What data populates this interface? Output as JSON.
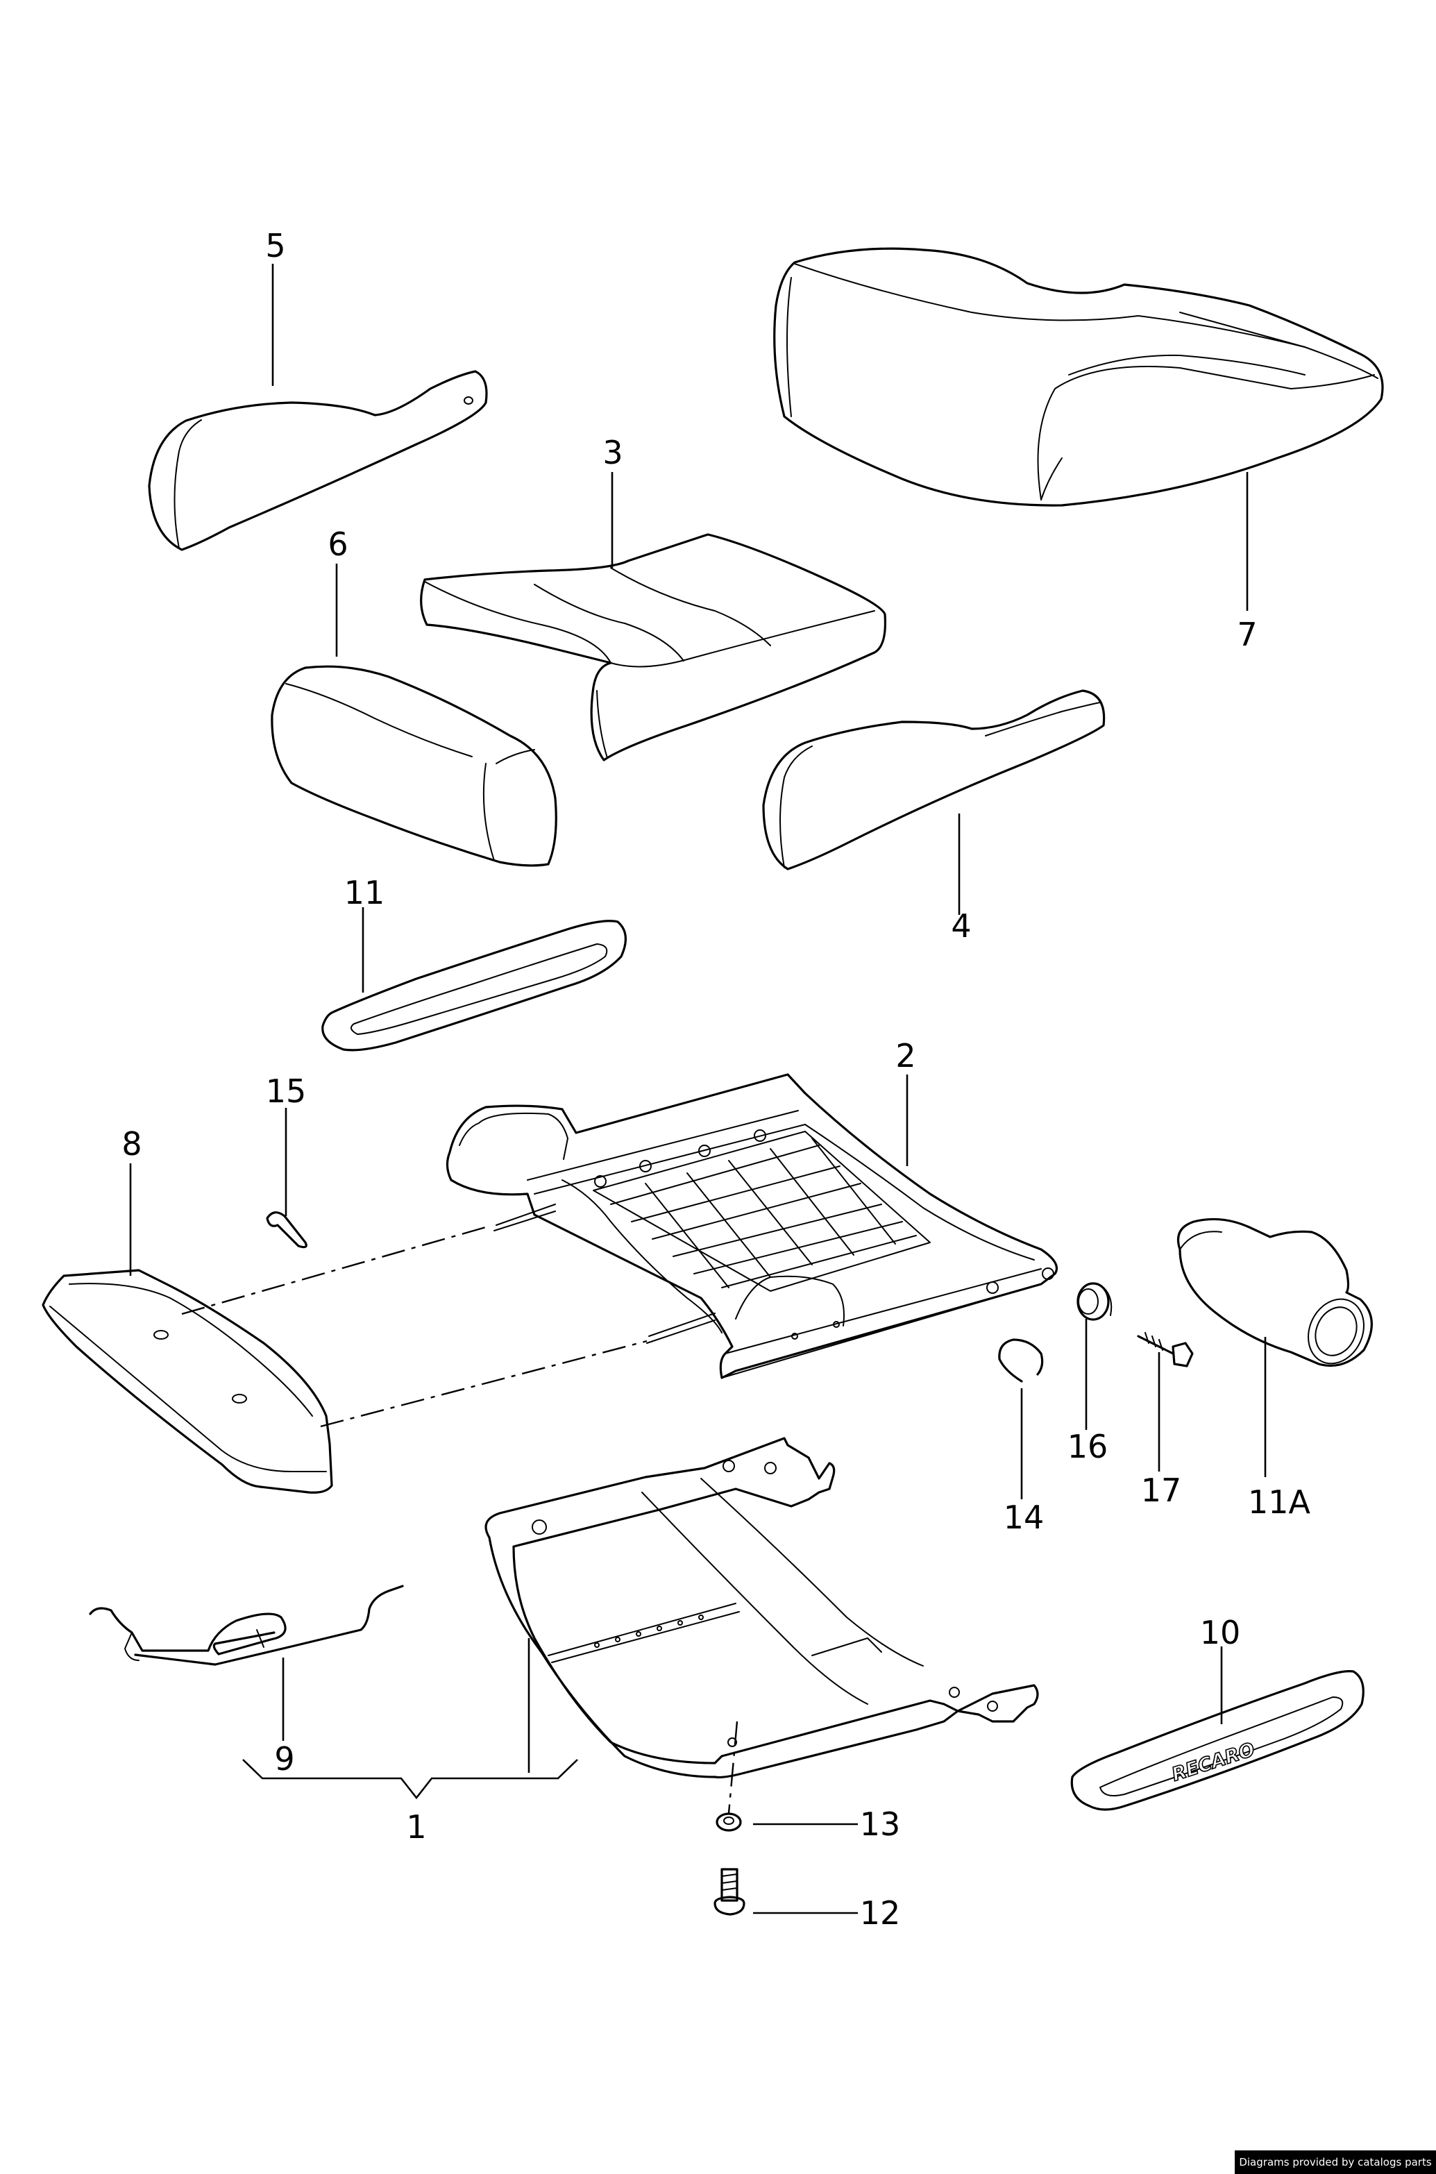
{
  "callouts": {
    "c1": "1",
    "c2": "2",
    "c3": "3",
    "c4": "4",
    "c5": "5",
    "c6": "6",
    "c7": "7",
    "c8": "8",
    "c9": "9",
    "c10": "10",
    "c11": "11",
    "c11a": "11A",
    "c12": "12",
    "c13": "13",
    "c14": "14",
    "c15": "15",
    "c16": "16",
    "c17": "17"
  },
  "trim_brand": "RECARO",
  "footer_credit": "Diagrams provided by catalogs parts"
}
